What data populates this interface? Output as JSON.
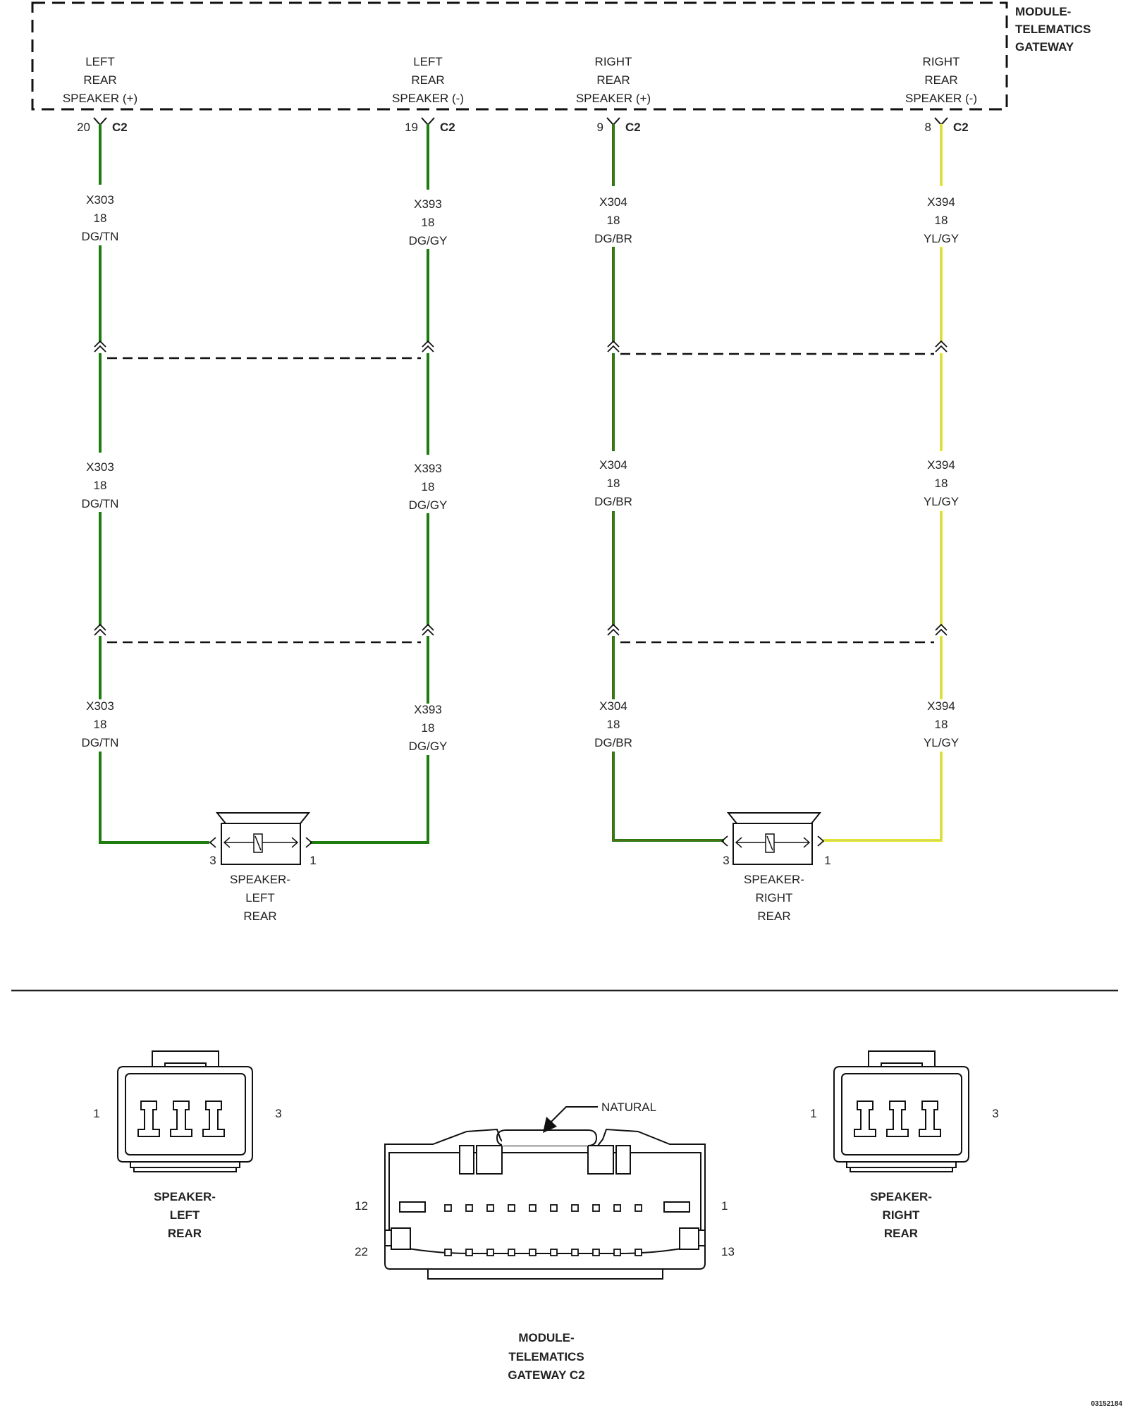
{
  "module": {
    "title": [
      "MODULE-",
      "TELEMATICS",
      "GATEWAY"
    ],
    "pins": [
      {
        "label": [
          "LEFT",
          "REAR",
          "SPEAKER (+)"
        ],
        "pin": "20",
        "connector": "C2"
      },
      {
        "label": [
          "LEFT",
          "REAR",
          "SPEAKER (-)"
        ],
        "pin": "19",
        "connector": "C2"
      },
      {
        "label": [
          "RIGHT",
          "REAR",
          "SPEAKER (+)"
        ],
        "pin": "9",
        "connector": "C2"
      },
      {
        "label": [
          "RIGHT",
          "REAR",
          "SPEAKER (-)"
        ],
        "pin": "8",
        "connector": "C2"
      }
    ]
  },
  "wires": [
    {
      "circuit": "X303",
      "gauge": "18",
      "color": "DG/TN",
      "stroke": "#1e7d0e",
      "tracer": null
    },
    {
      "circuit": "X393",
      "gauge": "18",
      "color": "DG/GY",
      "stroke": "#1e7d0e",
      "tracer": null
    },
    {
      "circuit": "X304",
      "gauge": "18",
      "color": "DG/BR",
      "stroke": "#1e7d0e",
      "tracer": "#8a5a1e"
    },
    {
      "circuit": "X394",
      "gauge": "18",
      "color": "YL/GY",
      "stroke": "#e8ec1c",
      "tracer": "#bfc0a0"
    }
  ],
  "speakers": [
    {
      "name": [
        "SPEAKER-",
        "LEFT",
        "REAR"
      ],
      "pin_left": "3",
      "pin_right": "1"
    },
    {
      "name": [
        "SPEAKER-",
        "RIGHT",
        "REAR"
      ],
      "pin_left": "3",
      "pin_right": "1"
    }
  ],
  "connector_views": {
    "left_speaker": {
      "name": [
        "SPEAKER-",
        "LEFT",
        "REAR"
      ],
      "pin_left": "1",
      "pin_right": "3"
    },
    "right_speaker": {
      "name": [
        "SPEAKER-",
        "RIGHT",
        "REAR"
      ],
      "pin_left": "1",
      "pin_right": "3"
    },
    "module_c2": {
      "name": [
        "MODULE-",
        "TELEMATICS",
        "GATEWAY C2"
      ],
      "callout": "NATURAL",
      "pin_top_left": "12",
      "pin_top_right": "1",
      "pin_bottom_left": "22",
      "pin_bottom_right": "13"
    }
  },
  "figure_id": "03152184"
}
